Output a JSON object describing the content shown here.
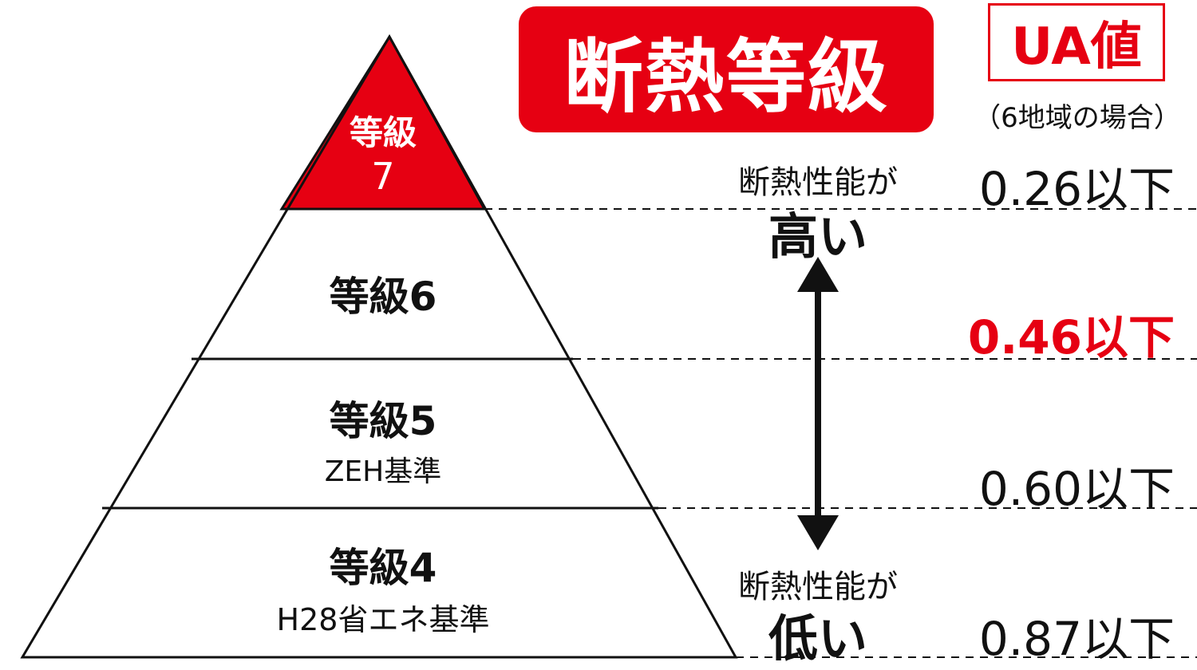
{
  "title": "断熱等級",
  "ua_label": "UA値",
  "ua_note": "（6地域の場合）",
  "levels": [
    {
      "label": "等級",
      "number": "7"
    },
    {
      "label": "等級6"
    },
    {
      "label": "等級5",
      "sub": "ZEH基準"
    },
    {
      "label": "等級4",
      "sub": "H28省エネ基準"
    }
  ],
  "performance_high": {
    "line1": "断熱性能が",
    "line2": "高い"
  },
  "performance_low": {
    "line1": "断熱性能が",
    "line2": "低い"
  },
  "ua_values": [
    {
      "text": "0.26以下"
    },
    {
      "text": "0.46以下",
      "highlight": true
    },
    {
      "text": "0.60以下"
    },
    {
      "text": "0.87以下"
    }
  ],
  "colors": {
    "accent": "#e60012",
    "text": "#111111",
    "background": "#ffffff"
  },
  "icons": {
    "arrow": "double-headed-vertical-arrow"
  }
}
